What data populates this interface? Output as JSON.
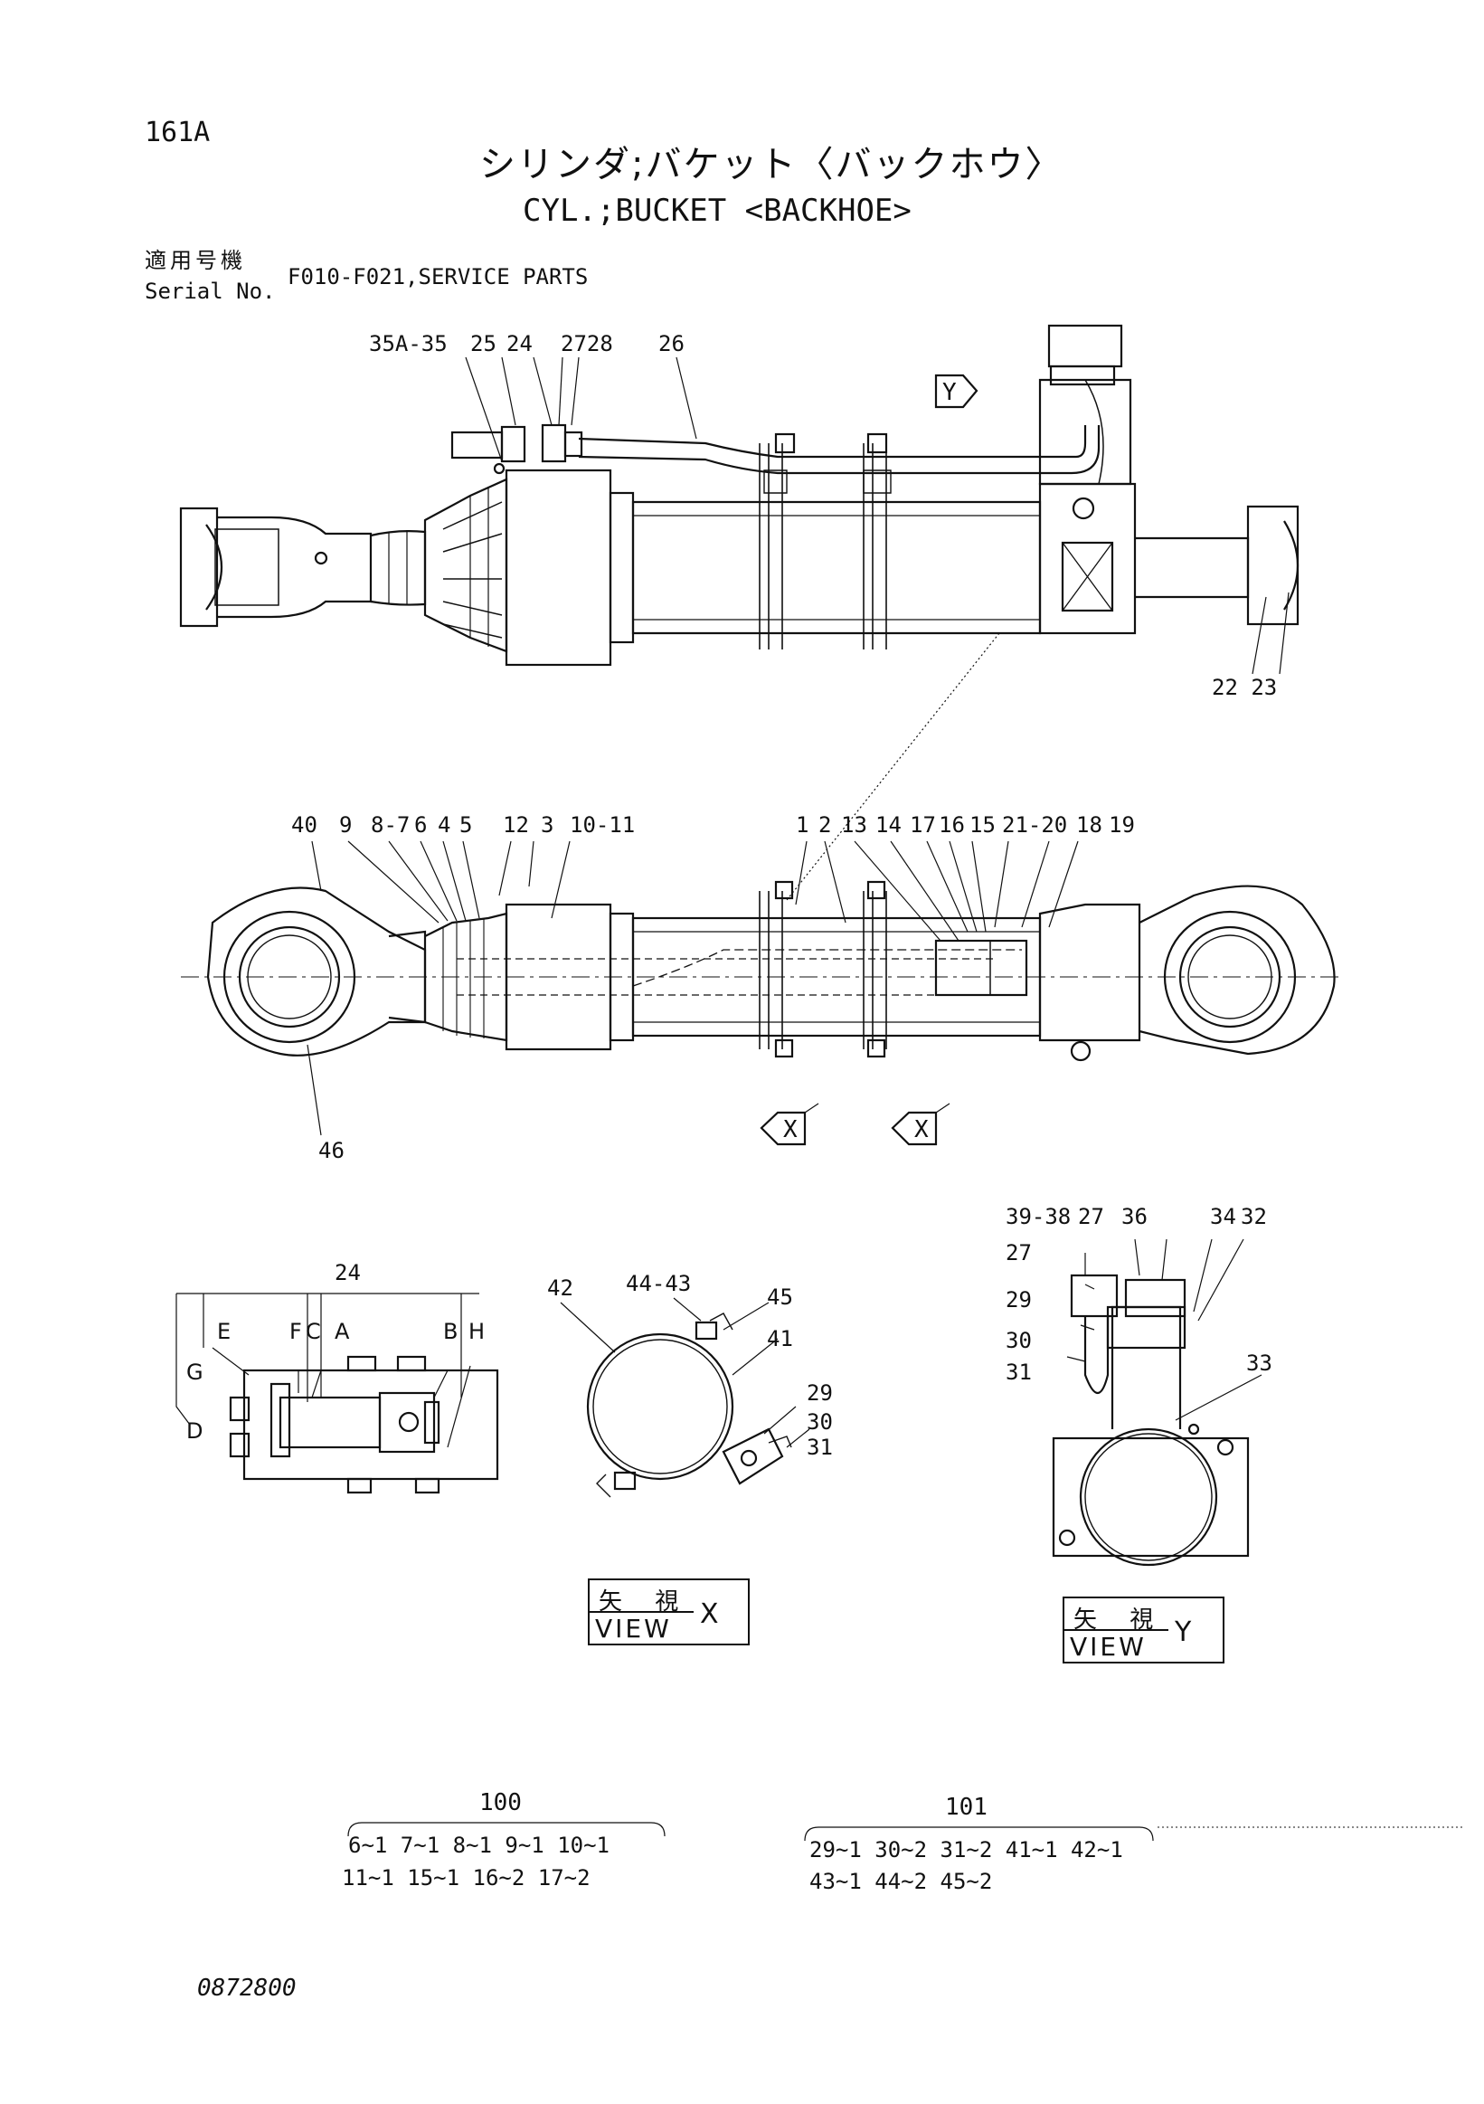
{
  "page": {
    "number": "161A",
    "title_ja": "シリンダ;バケット〈バックホウ〉",
    "title_en": "CYL.;BUCKET <BACKHOE>",
    "serial_label_ja": "適用号機",
    "serial_label_en": "Serial No.",
    "serial_value": "F010-F021,SERVICE PARTS",
    "doc_number": "0872800"
  },
  "top_view": {
    "callouts": [
      "35A-35",
      "25",
      "24",
      "2728",
      "26",
      "22 23"
    ],
    "view_arrow": "Y"
  },
  "section_view": {
    "callouts": [
      "40",
      "9",
      "8-7",
      "6",
      "4",
      "5",
      "12",
      "3",
      "10-11",
      "1",
      "2",
      "13",
      "14",
      "17",
      "16",
      "15",
      "21-20",
      "18",
      "19",
      "46"
    ],
    "view_arrows": [
      "X",
      "X"
    ]
  },
  "detail_24": {
    "ref": "24",
    "letters": [
      "E",
      "F",
      "C",
      "A",
      "B",
      "H",
      "G",
      "D"
    ]
  },
  "detail_x": {
    "callouts": [
      "42",
      "44-43",
      "45",
      "41",
      "29",
      "30",
      "31"
    ],
    "view_ja": "矢 視",
    "view_en": "VIEW",
    "view_letter": "X"
  },
  "detail_y": {
    "callouts": [
      "39-38",
      "27",
      "36",
      "34",
      "32",
      "27",
      "29",
      "30",
      "31",
      "33"
    ],
    "view_ja": "矢 視",
    "view_en": "VIEW",
    "view_letter": "Y"
  },
  "kits": [
    {
      "number": "100",
      "rows": [
        "6~1  7~1  8~1  9~1  10~1",
        "11~1 15~1 16~2 17~2"
      ]
    },
    {
      "number": "101",
      "rows": [
        "29~1  30~2  31~2  41~1  42~1",
        "43~1  44~2  45~2"
      ]
    }
  ]
}
